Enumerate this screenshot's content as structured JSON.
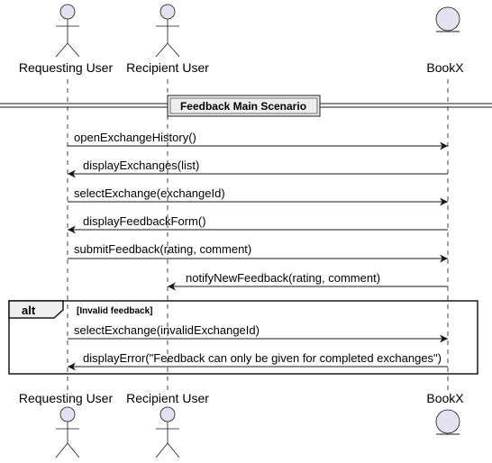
{
  "participants": [
    {
      "id": "requester",
      "label": "Requesting User",
      "kind": "actor"
    },
    {
      "id": "recipient",
      "label": "Recipient User",
      "kind": "actor"
    },
    {
      "id": "bookx",
      "label": "BookX",
      "kind": "entity"
    }
  ],
  "divider": {
    "label": "Feedback Main Scenario"
  },
  "messages": [
    {
      "from": "requester",
      "to": "bookx",
      "label": "openExchangeHistory()"
    },
    {
      "from": "bookx",
      "to": "requester",
      "label": "displayExchanges(list)"
    },
    {
      "from": "requester",
      "to": "bookx",
      "label": "selectExchange(exchangeId)"
    },
    {
      "from": "bookx",
      "to": "requester",
      "label": "displayFeedbackForm()"
    },
    {
      "from": "requester",
      "to": "bookx",
      "label": "submitFeedback(rating, comment)"
    },
    {
      "from": "bookx",
      "to": "recipient",
      "label": "notifyNewFeedback(rating, comment)"
    }
  ],
  "fragment": {
    "keyword": "alt",
    "guard": "[Invalid feedback]",
    "messages": [
      {
        "from": "requester",
        "to": "bookx",
        "label": "selectExchange(invalidExchangeId)"
      },
      {
        "from": "bookx",
        "to": "requester",
        "label": "displayError(\"Feedback can only be given for completed exchanges\")"
      }
    ]
  },
  "colors": {
    "participant_fill": "#e2e2f0",
    "participant_stroke": "#181818",
    "line": "#181818",
    "lifeline": "#181818"
  }
}
